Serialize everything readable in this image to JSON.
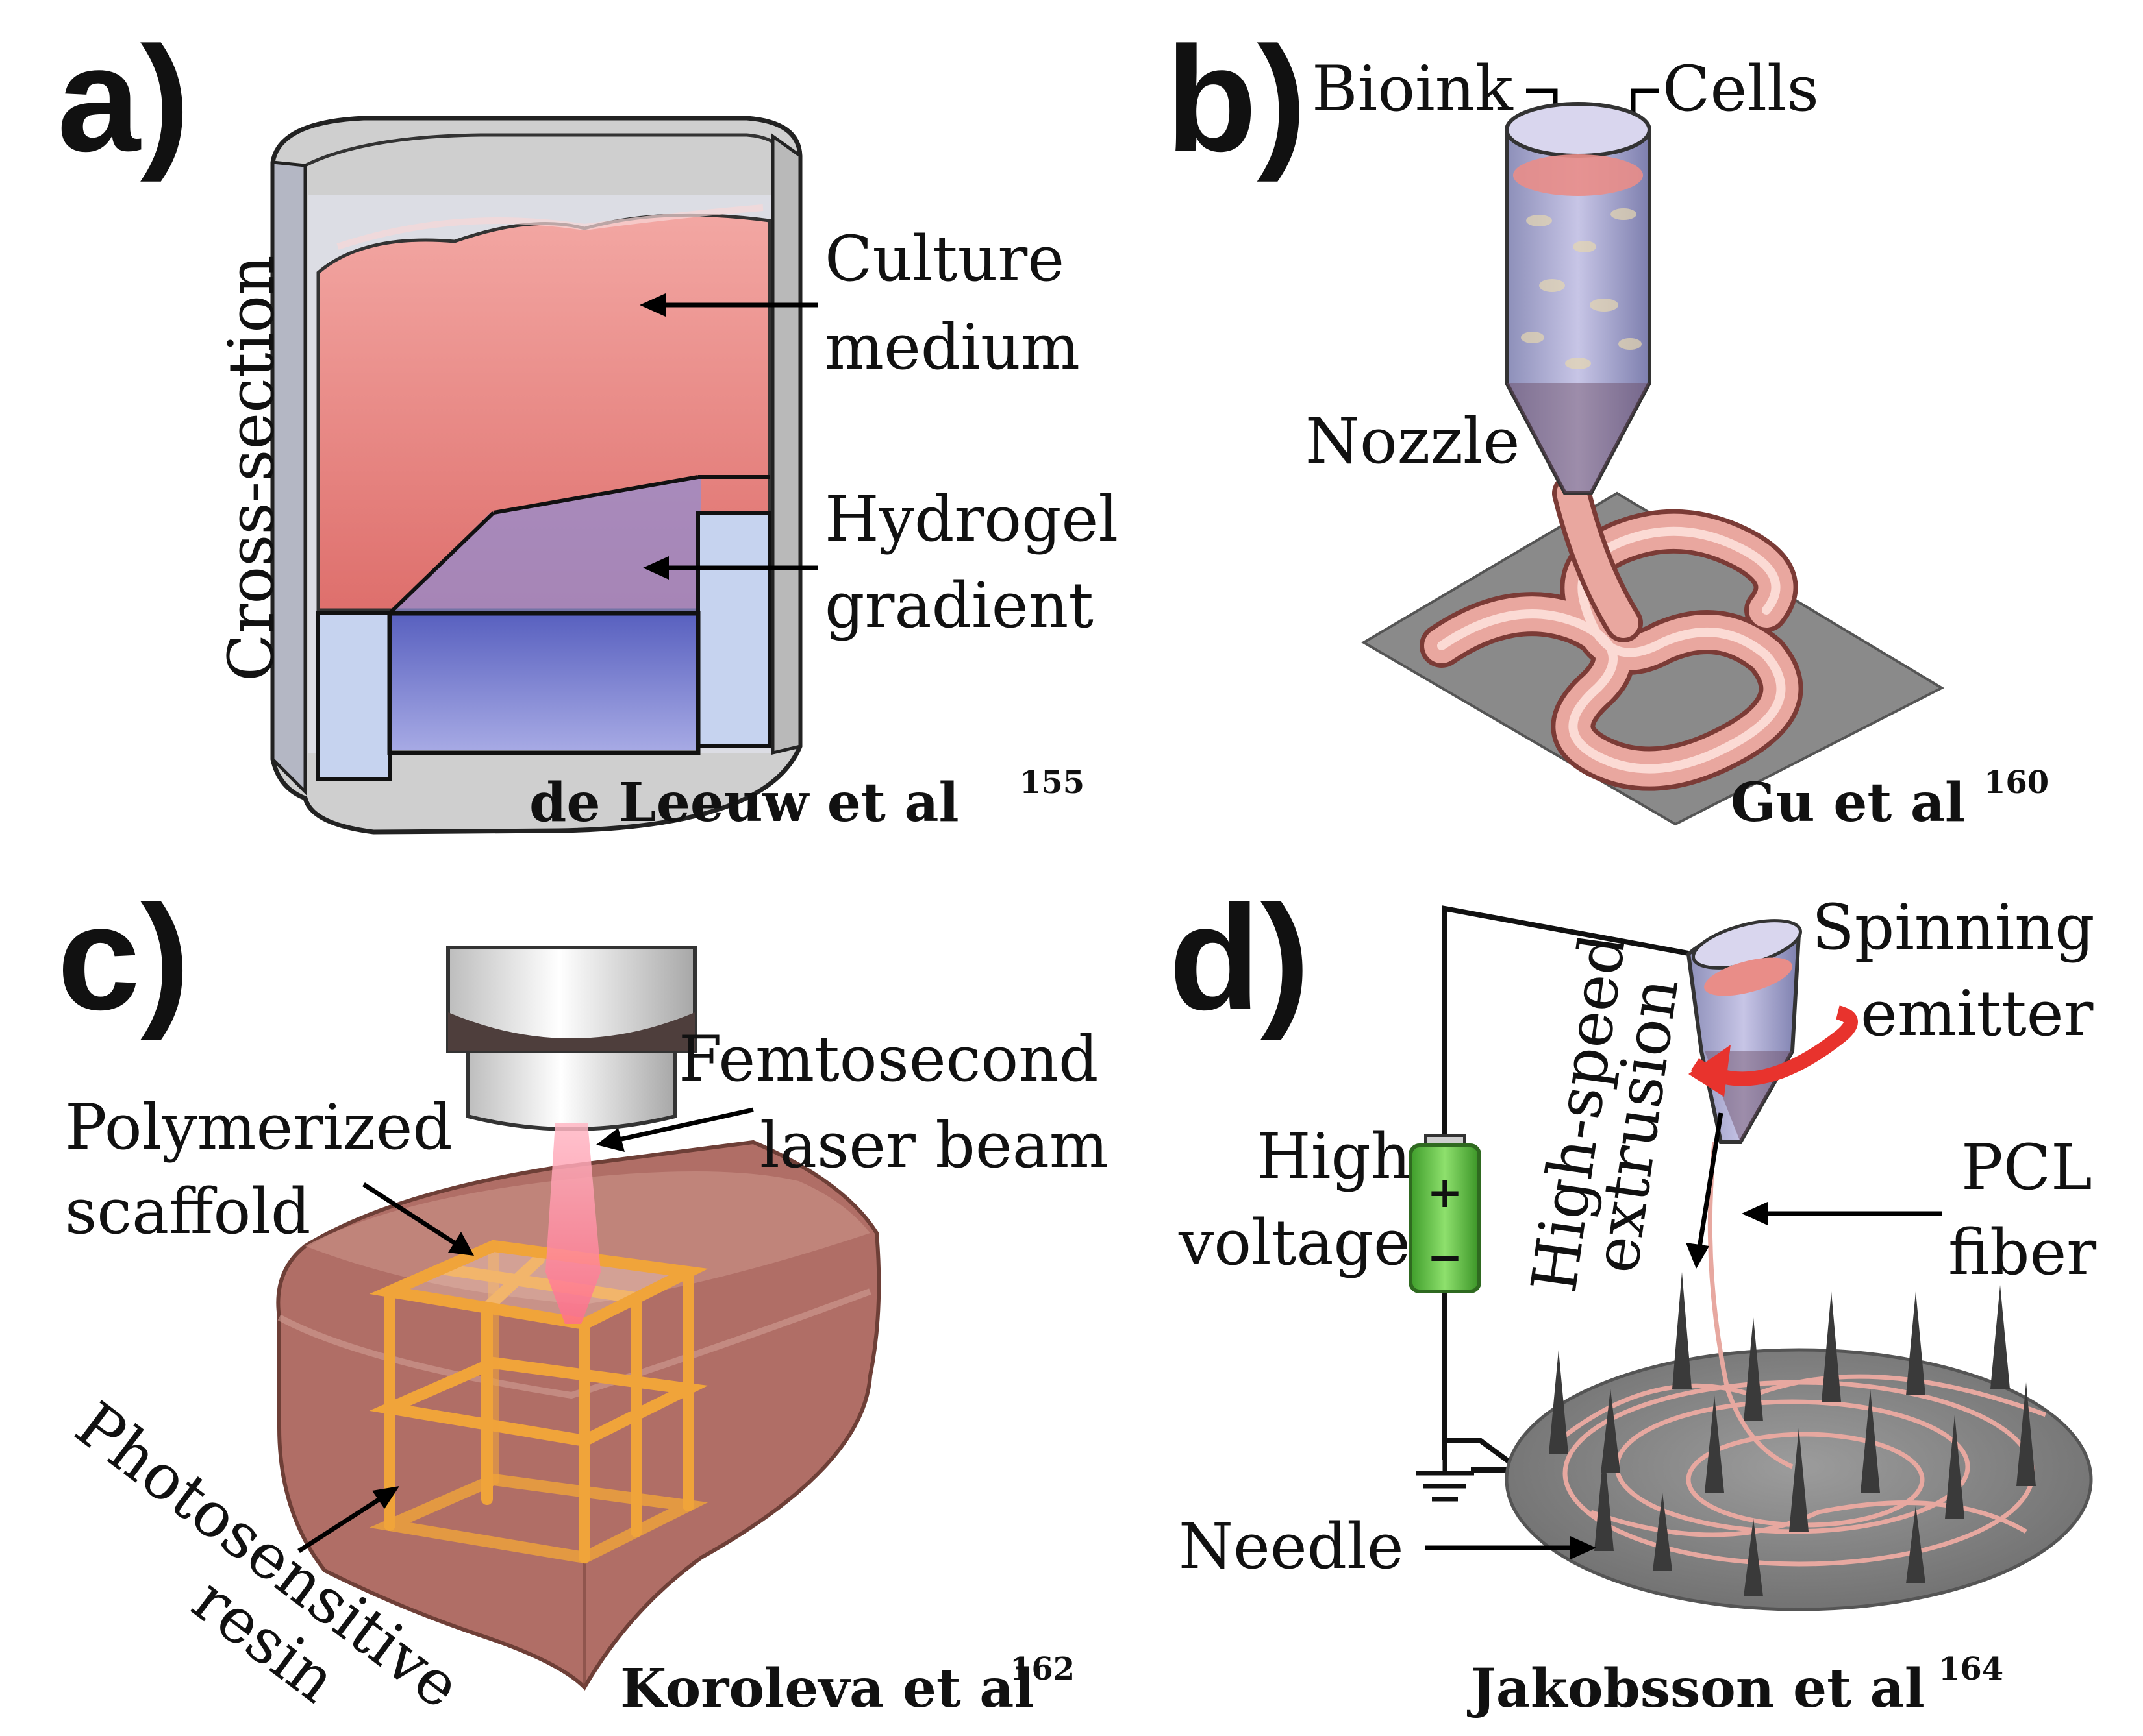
{
  "panels": {
    "a": {
      "label": "a)",
      "cross_section": "Cross-section",
      "culture_line1": "Culture",
      "culture_line2": "medium",
      "hydrogel_line1": "Hydrogel",
      "hydrogel_line2": "gradient",
      "citation": "de Leeuw et al",
      "citation_ref": "155"
    },
    "b": {
      "label": "b)",
      "bioink": "Bioink",
      "cells": "Cells",
      "nozzle": "Nozzle",
      "citation": "Gu et al",
      "citation_ref": "160"
    },
    "c": {
      "label": "c)",
      "laser_line1": "Femtosecond",
      "laser_line2": "laser beam",
      "scaffold_line1": "Polymerized",
      "scaffold_line2": "scaffold",
      "resin_line1": "Photosensitive",
      "resin_line2": "resin",
      "citation": "Koroleva et al",
      "citation_ref": "162"
    },
    "d": {
      "label": "d)",
      "emitter_line1": "Spinning",
      "emitter_line2": "emitter",
      "extrusion_line1": "High-speed",
      "extrusion_line2": "extrusion",
      "voltage_line1": "High",
      "voltage_line2": "voltage",
      "fiber_line1": "PCL",
      "fiber_line2": "fiber",
      "needle": "Needle",
      "battery_plus": "+",
      "battery_minus": "−",
      "citation": "Jakobsson et al",
      "citation_ref": "164"
    }
  },
  "colors": {
    "medium": "#e98882",
    "gel_dark": "#6d72c6",
    "gel_light": "#c8d6ef",
    "wall": "#b9b9b9",
    "scaffold": "#f0a43a",
    "resin": "#b3786a",
    "plate": "#8a8a8a",
    "fiber": "#e7a8a0",
    "battery": "#5cc23e"
  }
}
